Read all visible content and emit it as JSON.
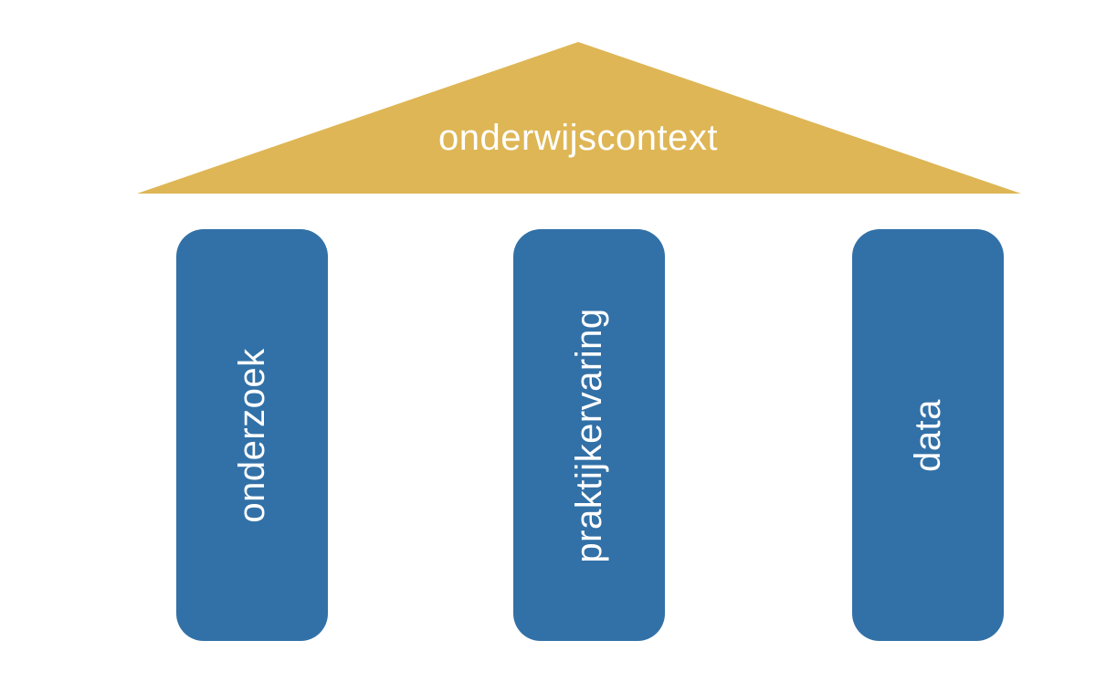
{
  "diagram": {
    "roof": {
      "label": "onderwijscontext"
    },
    "pillars": [
      {
        "label": "onderzoek"
      },
      {
        "label": "praktijkervaring"
      },
      {
        "label": "data"
      }
    ]
  },
  "colors": {
    "roof": "#DEB655",
    "pillar": "#3271A7",
    "label": "#FFFFFF",
    "background": "#FFFFFF"
  }
}
